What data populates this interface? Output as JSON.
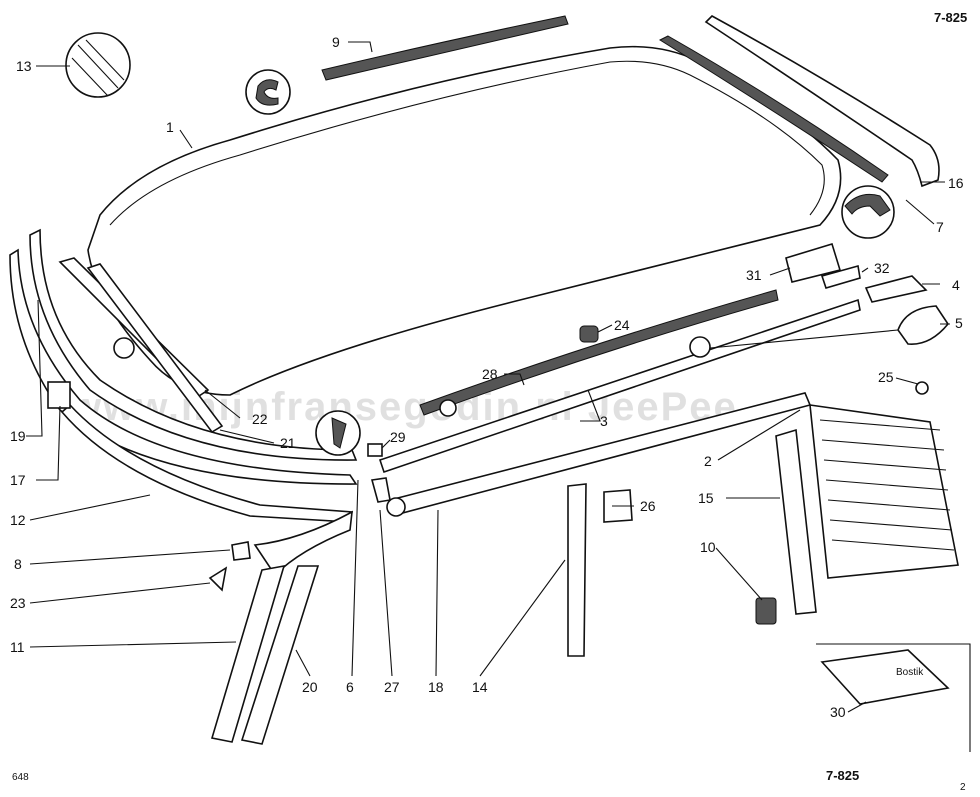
{
  "header": {
    "code_top": "7-825",
    "code_bottom": "7-825",
    "page_left": "648",
    "page_right": "2"
  },
  "watermark": "www.mijnfransegodin.nl   JeePee",
  "box_text": "Bostik",
  "labels": {
    "l1": "1",
    "l2": "2",
    "l3": "3",
    "l4": "4",
    "l5": "5",
    "l6": "6",
    "l7": "7",
    "l8": "8",
    "l9": "9",
    "l10": "10",
    "l11": "11",
    "l12": "12",
    "l13": "13",
    "l14": "14",
    "l15": "15",
    "l16": "16",
    "l17": "17",
    "l18": "18",
    "l19": "19",
    "l20": "20",
    "l21": "21",
    "l22": "22",
    "l23": "23",
    "l24": "24",
    "l25": "25",
    "l26": "26",
    "l27": "27",
    "l28": "28",
    "l29": "29",
    "l30": "30",
    "l31": "31",
    "l32": "32"
  }
}
